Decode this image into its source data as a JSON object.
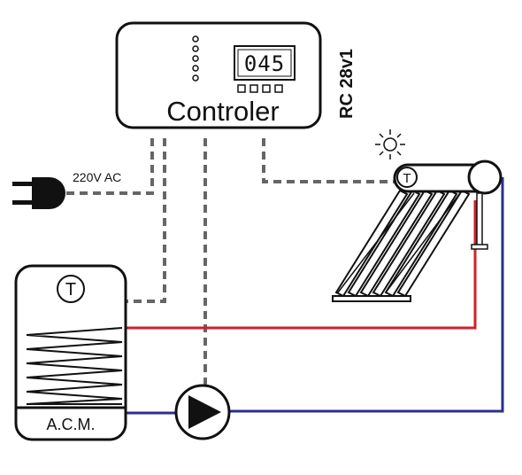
{
  "controller": {
    "label": "Controler",
    "model": "RC 28v1",
    "display_value": "045"
  },
  "power": {
    "label": "220V AC"
  },
  "tank": {
    "label": "A.C.M.",
    "sensor_letter": "T"
  },
  "collector": {
    "sensor_letter": "T"
  },
  "colors": {
    "hot_line": "#d0202a",
    "cold_line": "#2a2f8f",
    "signal_line": "#666666",
    "outline": "#111111"
  },
  "icons": {
    "sun": "sun-icon",
    "plug": "plug-icon",
    "pump": "pump-icon",
    "sensor": "thermometer-sensor-icon"
  }
}
